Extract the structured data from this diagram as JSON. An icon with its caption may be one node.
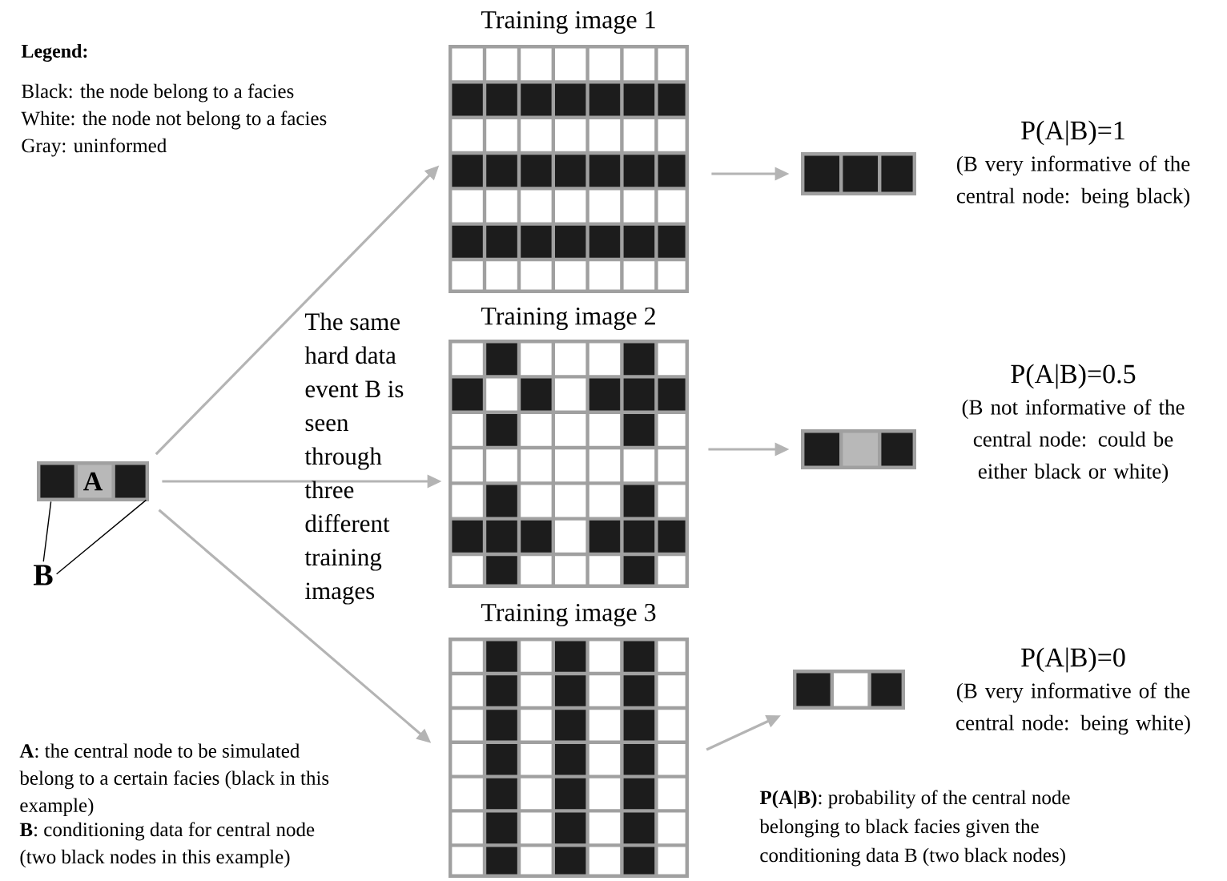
{
  "diagram": {
    "nodes": [
      {
        "text": [
          "A"
        ]
      },
      {
        "text": [
          "B"
        ]
      },
      {
        "text": [
          "Training image 1"
        ]
      },
      {
        "text": [
          "Training image 2"
        ]
      },
      {
        "text": [
          "Training image 3"
        ]
      },
      {
        "text": [],
        "shape": "box",
        "beside": [
          "P(A|B)=1",
          "(B very informative of the central node: being black)"
        ]
      },
      {
        "text": [],
        "shape": "box",
        "beside": [
          "P(A|B)=0.5",
          "(B not informative of the central node: could be either black or white)"
        ]
      },
      {
        "text": [],
        "shape": "box",
        "beside": [
          "P(A|B)=0",
          "(B very informative of the central node: being white)"
        ]
      }
    ],
    "edges": [
      {
        "from": 1,
        "to": 0,
        "arrow": "none",
        "color": "#000000"
      },
      {
        "from": 1,
        "to": 0,
        "arrow": "none",
        "color": "#000000"
      },
      {
        "from": 0,
        "to": 2,
        "arrow": "to"
      },
      {
        "from": 0,
        "to": 3,
        "arrow": "to"
      },
      {
        "from": 0,
        "to": 4,
        "arrow": "to"
      },
      {
        "from": 2,
        "to": 5,
        "arrow": "to"
      },
      {
        "from": 3,
        "to": 6,
        "arrow": "to"
      },
      {
        "from": 4,
        "to": 7,
        "arrow": "to"
      }
    ],
    "labels": [
      "Legend:",
      "Black: the node belong to a facies",
      "White: the node not belong to a facies",
      "Gray:  uninformed",
      "The same hard data event B is seen through three different training images",
      "**A**: the central node to be simulated belong to a certain facies (black in this example)",
      "**B**: conditioning data for central node (two black nodes in this example)",
      "**P(A|B)**: probability of the central node belonging to black facies given the conditioning data B (two black nodes)"
    ]
  }
}
